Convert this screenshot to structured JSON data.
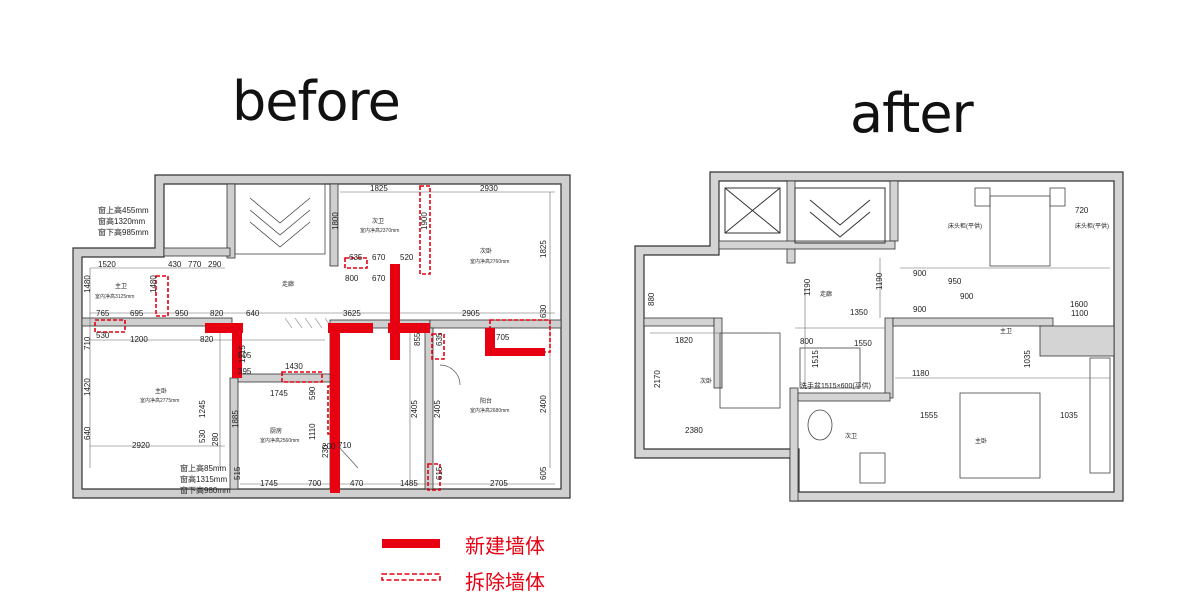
{
  "titles": {
    "before": "before",
    "after": "after"
  },
  "colors": {
    "new_wall": "#e60012",
    "wall": "#c9c9c9",
    "wall_outline": "#333333",
    "line": "#555555"
  },
  "legend": [
    {
      "label": "新建墙体",
      "style": "solid"
    },
    {
      "label": "拆除墙体",
      "style": "dashed"
    }
  ],
  "before_plan": {
    "window_notes": [
      [
        "窗上高455mm",
        "窗高1320mm",
        "窗下高985mm"
      ],
      [
        "窗上高85mm",
        "窗高1315mm",
        "窗下高980mm"
      ]
    ],
    "room_labels": [
      "次卫",
      "走廊",
      "次卧",
      "主卫",
      "主卧",
      "厨房",
      "阳台"
    ],
    "height_notes": [
      "室内净高2370mm",
      "室内净高2760mm",
      "室内净高3125mm",
      "室内净高2775mm",
      "室内净高2560mm",
      "室内净高2680mm"
    ],
    "dimensions": [
      "1825",
      "2930",
      "1520",
      "430",
      "770",
      "290",
      "635",
      "670",
      "520",
      "800",
      "670",
      "765",
      "695",
      "950",
      "820",
      "640",
      "3625",
      "2905",
      "1200",
      "820",
      "1430",
      "1745",
      "2920",
      "1745",
      "700",
      "470",
      "1485",
      "2705",
      "1800",
      "1900",
      "1825",
      "1480",
      "1480",
      "710",
      "1420",
      "640",
      "1215",
      "1885",
      "1245",
      "530",
      "280",
      "590",
      "1110",
      "855",
      "635",
      "2405",
      "2405",
      "2400",
      "605",
      "630",
      "200",
      "230",
      "615",
      "515",
      "705",
      "530",
      "710",
      "395",
      "505"
    ]
  },
  "after_plan": {
    "room_labels": [
      "床头柜(平供)",
      "床头柜(平供)",
      "次卧",
      "主卧",
      "走廊",
      "次卫",
      "主卫"
    ],
    "notes": [
      "洗手盆1515×600(平供)"
    ],
    "dimensions": [
      "900",
      "900",
      "950",
      "900",
      "1190",
      "1190",
      "1350",
      "880",
      "1820",
      "800",
      "1550",
      "1515",
      "2170",
      "1180",
      "1035",
      "1555",
      "1035",
      "1600",
      "1100",
      "2380",
      "720"
    ]
  }
}
